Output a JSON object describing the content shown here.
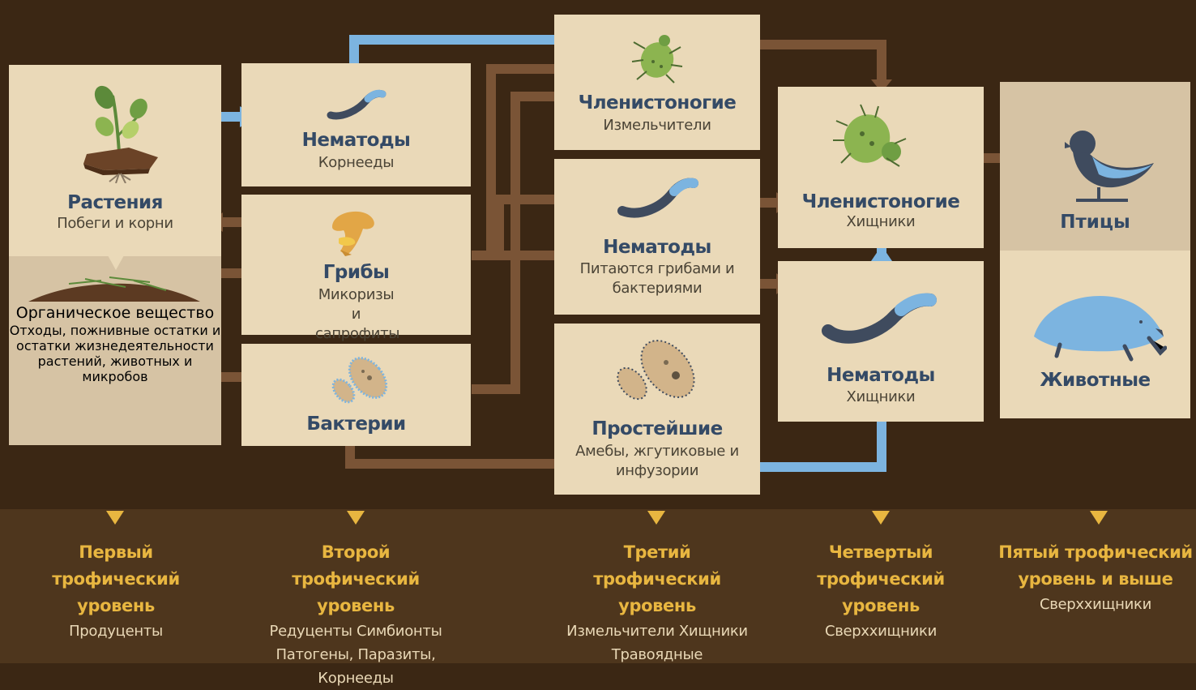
{
  "nodes": {
    "plants": {
      "title": "Растения",
      "sub": "Побеги и корни"
    },
    "organic": {
      "title": "Органическое вещество",
      "sub": "Отходы, пожнивные остатки и остатки жизнедеятельности растений, животных и микробов"
    },
    "nematodes_root": {
      "title": "Нематоды",
      "sub": "Корнееды"
    },
    "fungi": {
      "title": "Грибы",
      "sub": "Микоризы и сапрофиты"
    },
    "bacteria": {
      "title": "Бактерии"
    },
    "arthropods_shredders": {
      "title": "Членистоногие",
      "sub": "Измельчители"
    },
    "nematodes_fb": {
      "title": "Нематоды",
      "sub": "Питаются грибами и бактериями"
    },
    "protozoa": {
      "title": "Простейшие",
      "sub": "Амебы, жгутиковые и инфузории"
    },
    "arthropods_predators": {
      "title": "Членистоногие",
      "sub": "Хищники"
    },
    "nematodes_predators": {
      "title": "Нематоды",
      "sub": "Хищники"
    },
    "birds": {
      "title": "Птицы"
    },
    "animals": {
      "title": "Животные"
    }
  },
  "levels": [
    {
      "title": "Первый трофический уровень",
      "desc": "Продуценты"
    },
    {
      "title": "Второй трофический уровень",
      "desc": "Редуценты Симбионты Патогены, Паразиты, Корнееды"
    },
    {
      "title": "Третий трофический уровень",
      "desc": "Измельчители Хищники Травоядные"
    },
    {
      "title": "Четвертый трофический уровень",
      "desc": "Сверххищники"
    },
    {
      "title": "Пятый трофический уровень и выше",
      "desc": "Сверххищники"
    }
  ],
  "colors": {
    "background": "#3b2714",
    "box": "#ead9b8",
    "title": "#344a66",
    "level_title": "#e8b640",
    "arrow_brown": "#7a5436",
    "arrow_blue": "#7cb4e0"
  }
}
